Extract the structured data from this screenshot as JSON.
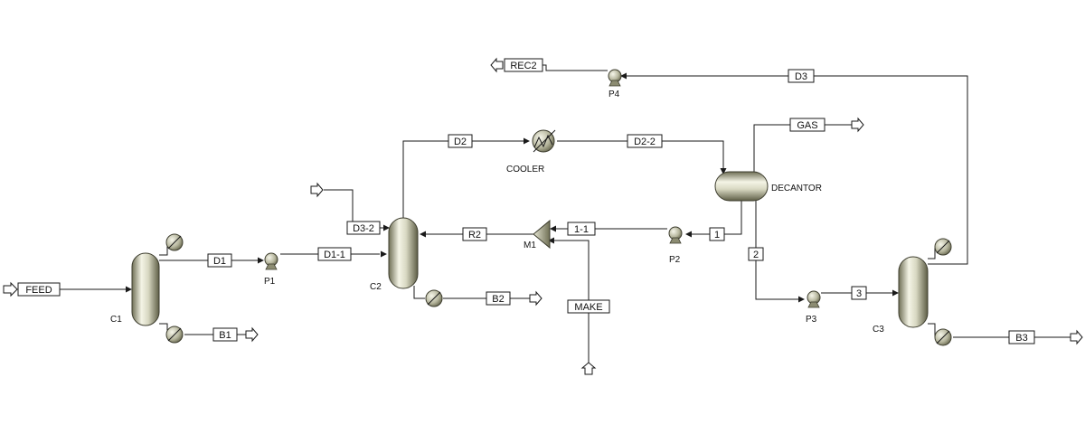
{
  "units": {
    "c1": "C1",
    "c2": "C2",
    "c3": "C3",
    "p1": "P1",
    "p2": "P2",
    "p3": "P3",
    "p4": "P4",
    "m1": "M1",
    "cooler": "COOLER",
    "decantor": "DECANTOR"
  },
  "streams": {
    "feed": "FEED",
    "d1": "D1",
    "b1": "B1",
    "d1_1": "D1-1",
    "d3_2": "D3-2",
    "r2": "R2",
    "b2": "B2",
    "d2": "D2",
    "d2_2": "D2-2",
    "s1_1": "1-1",
    "make": "MAKE",
    "s1": "1",
    "s2": "2",
    "s3": "3",
    "gas": "GAS",
    "d3": "D3",
    "rec2": "REC2",
    "b3": "B3"
  },
  "colors": {
    "vessel_dark": "#6f6f55",
    "vessel_light": "#f4f4e6",
    "line": "#1a1a1a"
  }
}
